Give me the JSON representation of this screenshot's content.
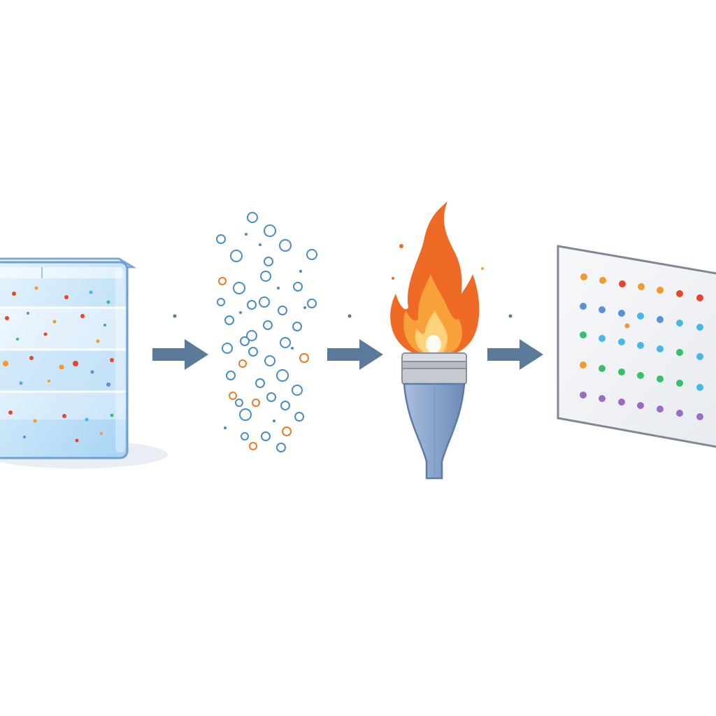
{
  "diagram": {
    "steps": [
      {
        "id": "sample-block",
        "icon": "layered-ice-block-icon"
      },
      {
        "id": "bubbles",
        "icon": "bubbles-icon"
      },
      {
        "id": "torch",
        "icon": "flame-torch-icon"
      },
      {
        "id": "spectrum-panel",
        "icon": "dot-grid-panel-icon"
      }
    ],
    "connectors": [
      {
        "from": "sample-block",
        "to": "bubbles",
        "icon": "arrow-right-icon"
      },
      {
        "from": "bubbles",
        "to": "torch",
        "icon": "arrow-right-icon"
      },
      {
        "from": "torch",
        "to": "spectrum-panel",
        "icon": "arrow-right-icon"
      }
    ],
    "colors": {
      "arrow": "#5b7a99",
      "ice_light": "#d6ecfb",
      "ice_mid": "#a9d6f5",
      "ice_edge": "#5b8fc4",
      "bubble": "#4a8cc4",
      "bubble_warm": "#e87a2a",
      "flame_outer": "#ef6a24",
      "flame_mid": "#f8a03a",
      "flame_core": "#fff3cf",
      "torch_body": "#8ba6cc",
      "torch_rim": "#c8ccd3",
      "panel": "#f2f3f6",
      "panel_edge": "#7e8794"
    },
    "panel_dot_palette": [
      "#f39a2b",
      "#e9442b",
      "#5a8fdb",
      "#45b8e8",
      "#37c06b",
      "#9a6cc7"
    ]
  }
}
